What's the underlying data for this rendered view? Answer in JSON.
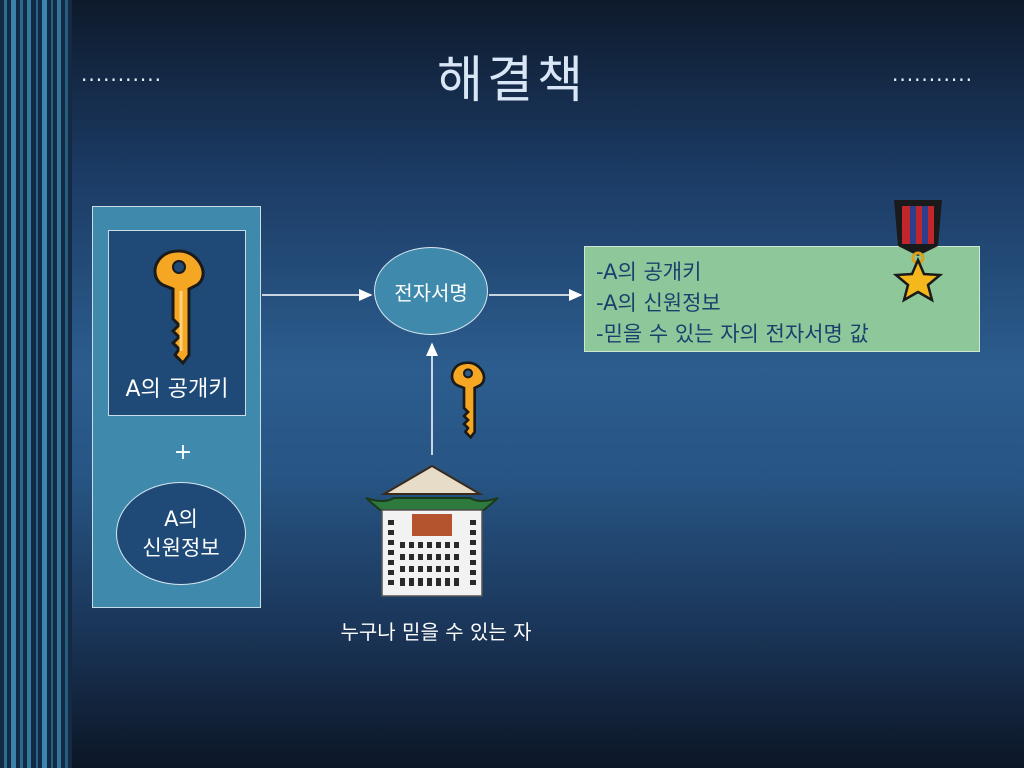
{
  "slide": {
    "title": "해결책",
    "left_dots": "...........",
    "right_dots": "..........."
  },
  "left_panel": {
    "key_label": "A의 공개키",
    "plus": "+",
    "info_line1": "A의",
    "info_line2": "신원정보"
  },
  "signature": {
    "label": "전자서명"
  },
  "authority": {
    "caption": "누구나 믿을 수 있는 자"
  },
  "result": {
    "lines": [
      "-A의 공개키",
      "-A의 신원정보",
      "-믿을 수 있는 자의 전자서명 값"
    ]
  },
  "icons": [
    "key-icon",
    "building-icon",
    "medal-icon"
  ],
  "colors": {
    "panel": "#3f8aac",
    "dark_box": "#1f4a78",
    "result_box": "#8ec89a",
    "result_text": "#1c3f6e",
    "key": "#f5a623"
  }
}
